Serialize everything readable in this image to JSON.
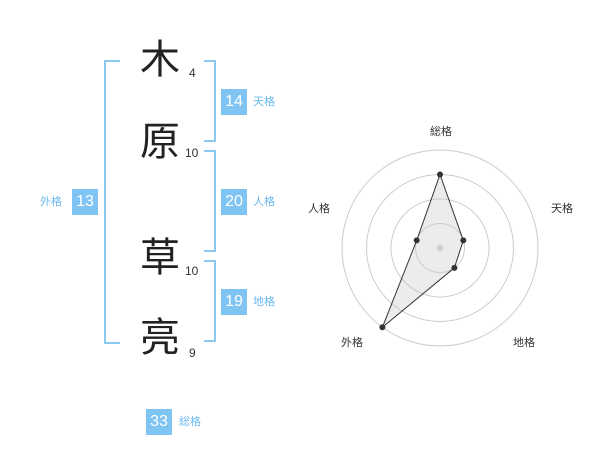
{
  "name": {
    "chars": [
      {
        "char": "木",
        "strokes": "4"
      },
      {
        "char": "原",
        "strokes": "10"
      },
      {
        "char": "草",
        "strokes": "10"
      },
      {
        "char": "亮",
        "strokes": "9"
      }
    ]
  },
  "kakusu": {
    "tenkaku": {
      "value": "14",
      "label": "天格"
    },
    "jinkaku": {
      "value": "20",
      "label": "人格"
    },
    "chikaku": {
      "value": "19",
      "label": "地格"
    },
    "gaikaku": {
      "value": "13",
      "label": "外格"
    },
    "soukaku": {
      "value": "33",
      "label": "総格"
    }
  },
  "radar": {
    "axes": [
      "総格",
      "天格",
      "地格",
      "外格",
      "人格"
    ],
    "levels": 4,
    "values": [
      3,
      1,
      1,
      4,
      1
    ],
    "max": 4,
    "colors": {
      "grid": "#cccccc",
      "fill": "rgba(200,200,200,0.35)",
      "line": "#333333",
      "point": "#333333",
      "center": "#cccccc"
    }
  },
  "colors": {
    "accent": "#7fc4f2",
    "bracket": "#8dc8f0"
  }
}
